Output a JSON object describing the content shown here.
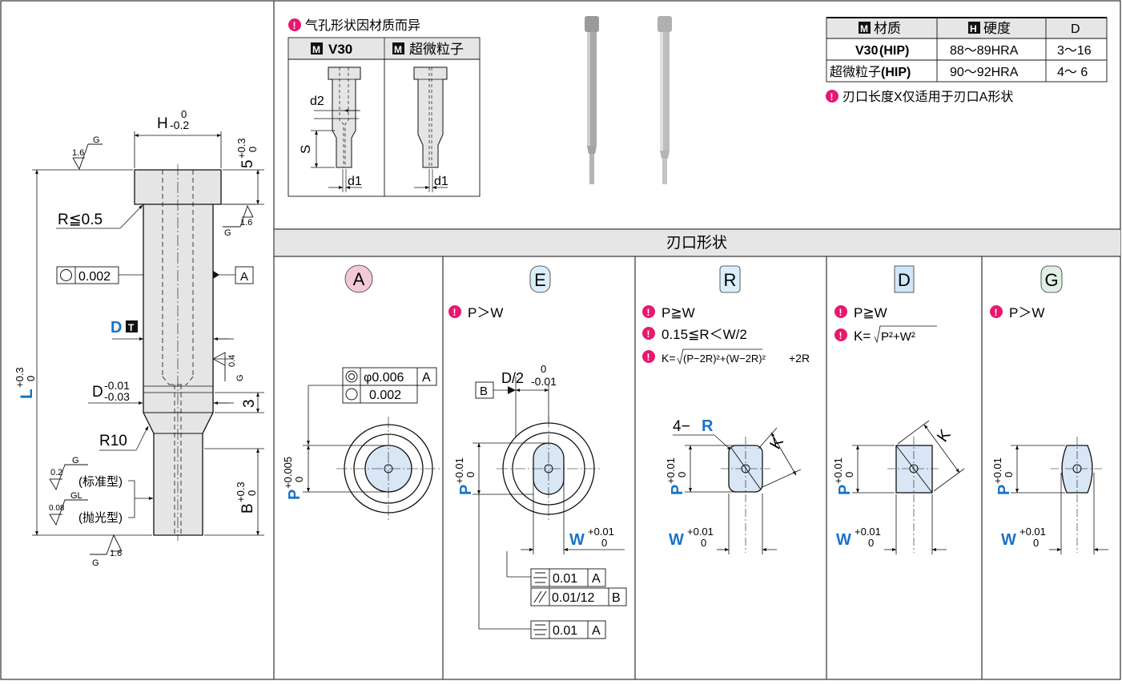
{
  "colors": {
    "accent_blue": "#1a73c6",
    "note_magenta": "#e8186e",
    "section_gray": "#e6e6e6",
    "part_fill": "#e5e5e5",
    "shape_fill": "#d8e6f5",
    "badge_a": "#f4c9d6",
    "badge_e": "#dbeefc",
    "badge_r": "#dbeefc",
    "badge_d": "#cfe7fb",
    "badge_g": "#dff0e4"
  },
  "icons": [
    "note-icon",
    "material-badge-icon",
    "hardness-badge-icon",
    "heat-treatment-badge-icon",
    "surface-roughness-icon",
    "circularity-icon",
    "concentricity-icon",
    "symmetry-icon",
    "parallelism-icon",
    "datum-triangle-icon"
  ],
  "left_drawing": {
    "h_dim": "H",
    "h_tol_upper": "0",
    "h_tol_lower": "-0.2",
    "head_tol_label": "5",
    "head_tol_upper": "+0.3",
    "head_tol_lower": "0",
    "rough_top_value": "1.6",
    "rough_top_grade": "G",
    "rough_head_value": "1.6",
    "rough_head_grade": "G",
    "r_label": "R≦0.5",
    "circularity_value": "0.002",
    "datum_a": "A",
    "d_label": "D",
    "t_badge": "T",
    "rough_mid_value": "0.4",
    "rough_mid_grade": "G",
    "l_label": "L",
    "l_tol_upper": "+0.3",
    "l_tol_lower": "0",
    "d_tol_label": "D",
    "d_tol_upper": "-0.01",
    "d_tol_lower": "-0.03",
    "three_label": "3",
    "r10_label": "R10",
    "rough_std_value": "0.2",
    "rough_std_grade": "G",
    "std_type_label": "(标准型)",
    "rough_pol_value": "0.08",
    "rough_pol_grade": "GL",
    "pol_type_label": "(抛光型)",
    "b_label": "B",
    "b_tol_upper": "+0.3",
    "b_tol_lower": "0",
    "rough_bot_value": "1.6",
    "rough_bot_grade": "G"
  },
  "vent_panel": {
    "note": "气孔形状因材质而异",
    "col1_badge": "M",
    "col1_title": "V30",
    "col2_badge": "M",
    "col2_title": "超微粒子",
    "d2": "d2",
    "s": "S",
    "d1_left": "d1",
    "d1_right": "d1"
  },
  "material_table": {
    "header_badge_m": "M",
    "header_material": "材质",
    "header_badge_h": "H",
    "header_hardness": "硬度",
    "header_d": "D",
    "rows": [
      {
        "material": "V30",
        "hip": "(HIP)",
        "hardness": "88～89HRA",
        "d": "3～16"
      },
      {
        "material": "超微粒子",
        "hip": "(HIP)",
        "hardness": "90～92HRA",
        "d": "4～ 6"
      }
    ],
    "note": "刃口长度X仅适用于刃口A形状"
  },
  "section_title": "刃口形状",
  "shapes": {
    "a": {
      "badge": "A",
      "concentricity_value": "φ0.006",
      "concentricity_datum": "A",
      "circularity_value": "0.002",
      "p_label": "P",
      "p_tol_upper": "+0.005",
      "p_tol_lower": "0"
    },
    "e": {
      "badge": "E",
      "note": "P＞W",
      "datum_b": "B",
      "d2_label": "D/2",
      "d2_tol_upper": "0",
      "d2_tol_lower": "-0.01",
      "p_label": "P",
      "p_tol_upper": "+0.01",
      "p_tol_lower": "0",
      "w_label": "W",
      "w_tol_upper": "+0.01",
      "w_tol_lower": "0",
      "symmetry_value_1": "0.01",
      "symmetry_datum_1": "A",
      "parallel_value": "0.01/12",
      "parallel_datum": "B",
      "symmetry_value_2": "0.01",
      "symmetry_datum_2": "A"
    },
    "r": {
      "badge": "R",
      "note1": "P≧W",
      "note2": "0.15≦R＜W/2",
      "note3_prefix": "K=",
      "note3_radicand": "(P−2R)²+(W−2R)²",
      "note3_suffix": "+2R",
      "corner_label_prefix": "4−",
      "corner_label_r": "R",
      "k_label": "K",
      "p_label": "P",
      "p_tol_upper": "+0.01",
      "p_tol_lower": "0",
      "w_label": "W",
      "w_tol_upper": "+0.01",
      "w_tol_lower": "0"
    },
    "d": {
      "badge": "D",
      "note1": "P≧W",
      "note2_prefix": "K=",
      "note2_radicand": "P²+W²",
      "k_label": "K",
      "p_label": "P",
      "p_tol_upper": "+0.01",
      "p_tol_lower": "0",
      "w_label": "W",
      "w_tol_upper": "+0.01",
      "w_tol_lower": "0"
    },
    "g": {
      "badge": "G",
      "note": "P＞W",
      "p_label": "P",
      "p_tol_upper": "+0.01",
      "p_tol_lower": "0",
      "w_label": "W",
      "w_tol_upper": "+0.01",
      "w_tol_lower": "0"
    }
  }
}
